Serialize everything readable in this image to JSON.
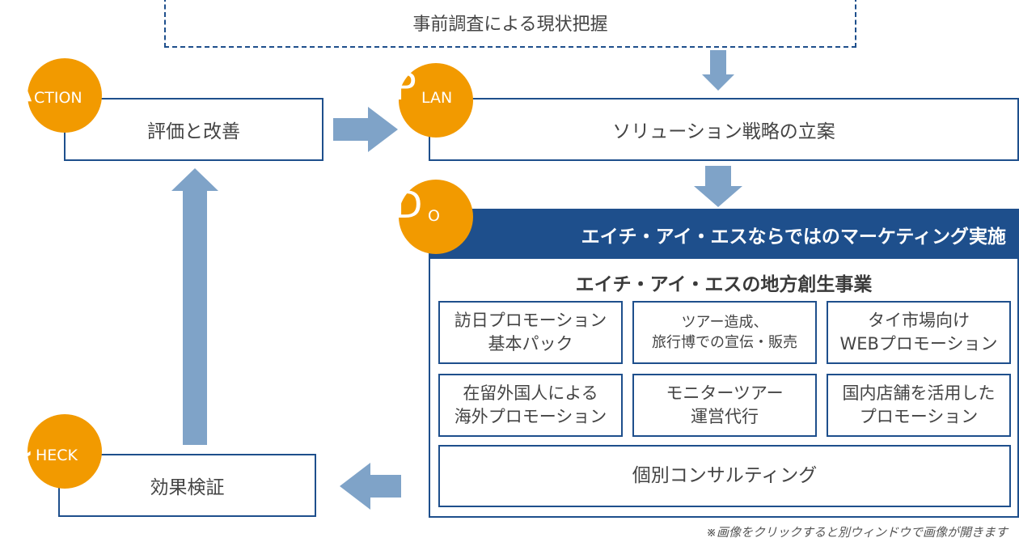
{
  "research_box": "事前調査による現状把握",
  "action": {
    "initial": "A",
    "rest": "CTION",
    "box": "評価と改善"
  },
  "plan": {
    "initial": "P",
    "rest": "LAN",
    "box": "ソリューション戦略の立案"
  },
  "do": {
    "initial": "D",
    "rest": "O",
    "header": "エイチ・アイ・エスならではのマーケティング実施",
    "subtitle": "エイチ・アイ・エスの地方創生事業",
    "items": [
      "訪日プロモーション\n基本パック",
      "ツアー造成、\n旅行博での宣伝・販売",
      "タイ市場向け\nWEBプロモーション",
      "在留外国人による\n海外プロモーション",
      "モニターツアー\n運営代行",
      "国内店舗を活用した\nプロモーション"
    ],
    "consulting": "個別コンサルティング"
  },
  "check": {
    "initial": "C",
    "rest": "HECK",
    "box": "効果検証"
  },
  "footnote": "※画像をクリックすると別ウィンドウで画像が開きます",
  "colors": {
    "orange": "#f29a00",
    "navy": "#1e4f8c",
    "arrow": "#7fa3c8"
  }
}
